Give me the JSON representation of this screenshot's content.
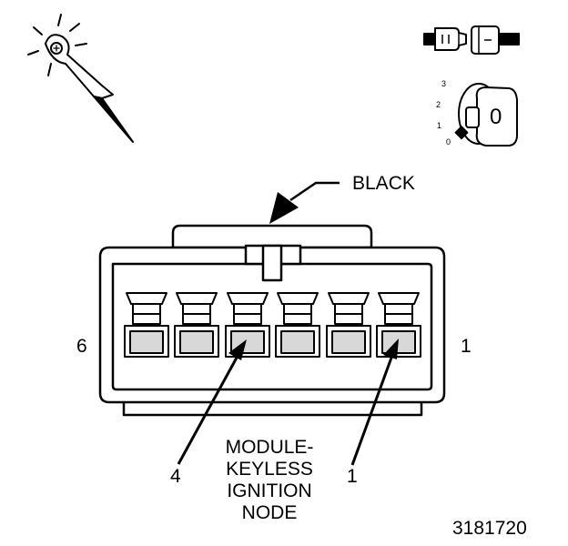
{
  "wire_color_label": "BLACK",
  "pin_labels": {
    "left_end": "6",
    "right_end": "1",
    "callout_left": "4",
    "callout_right": "1"
  },
  "caption_lines": [
    "MODULE-",
    "KEYLESS",
    "IGNITION",
    "NODE"
  ],
  "figure_number": "3181720",
  "ignition_positions": [
    "3",
    "2",
    "1",
    "0"
  ],
  "key_symbol": "0",
  "colors": {
    "ink": "#000000",
    "paper": "#ffffff",
    "shade": "#d8d8d8"
  }
}
